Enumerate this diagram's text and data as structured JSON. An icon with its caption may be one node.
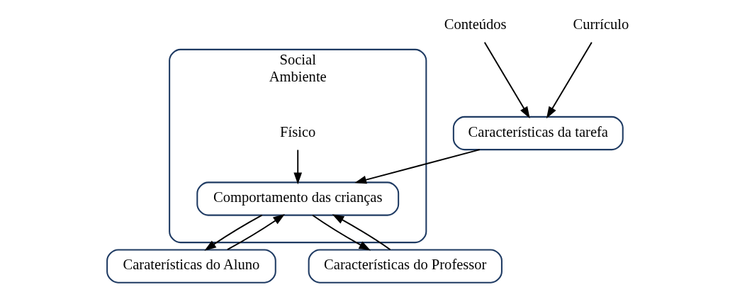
{
  "diagram": {
    "nodes": [
      {
        "text": [
          "Caraterísticas do Aluno"
        ]
      },
      {
        "text": [
          "Social",
          "Ambiente"
        ]
      },
      {
        "text": [
          "Físico"
        ],
        "in": 1
      },
      {
        "text": [
          "Comportamento das crianças"
        ],
        "in": 1
      },
      {
        "text": [
          "Características do Professor"
        ]
      },
      {
        "text": [
          "Características da tarefa"
        ]
      },
      {
        "text": [
          "Conteúdos"
        ]
      },
      {
        "text": [
          "Currículo"
        ]
      }
    ],
    "edges": [
      {
        "from": 3,
        "to": 0,
        "arrow": "to"
      },
      {
        "from": 0,
        "to": 3,
        "arrow": "to"
      },
      {
        "from": 2,
        "to": 3,
        "arrow": "to"
      },
      {
        "from": 3,
        "to": 4,
        "arrow": "to"
      },
      {
        "from": 4,
        "to": 3,
        "arrow": "to"
      },
      {
        "from": 5,
        "to": 3,
        "arrow": "to"
      },
      {
        "from": 6,
        "to": 5,
        "arrow": "to"
      },
      {
        "from": 7,
        "to": 5,
        "arrow": "to"
      }
    ]
  }
}
